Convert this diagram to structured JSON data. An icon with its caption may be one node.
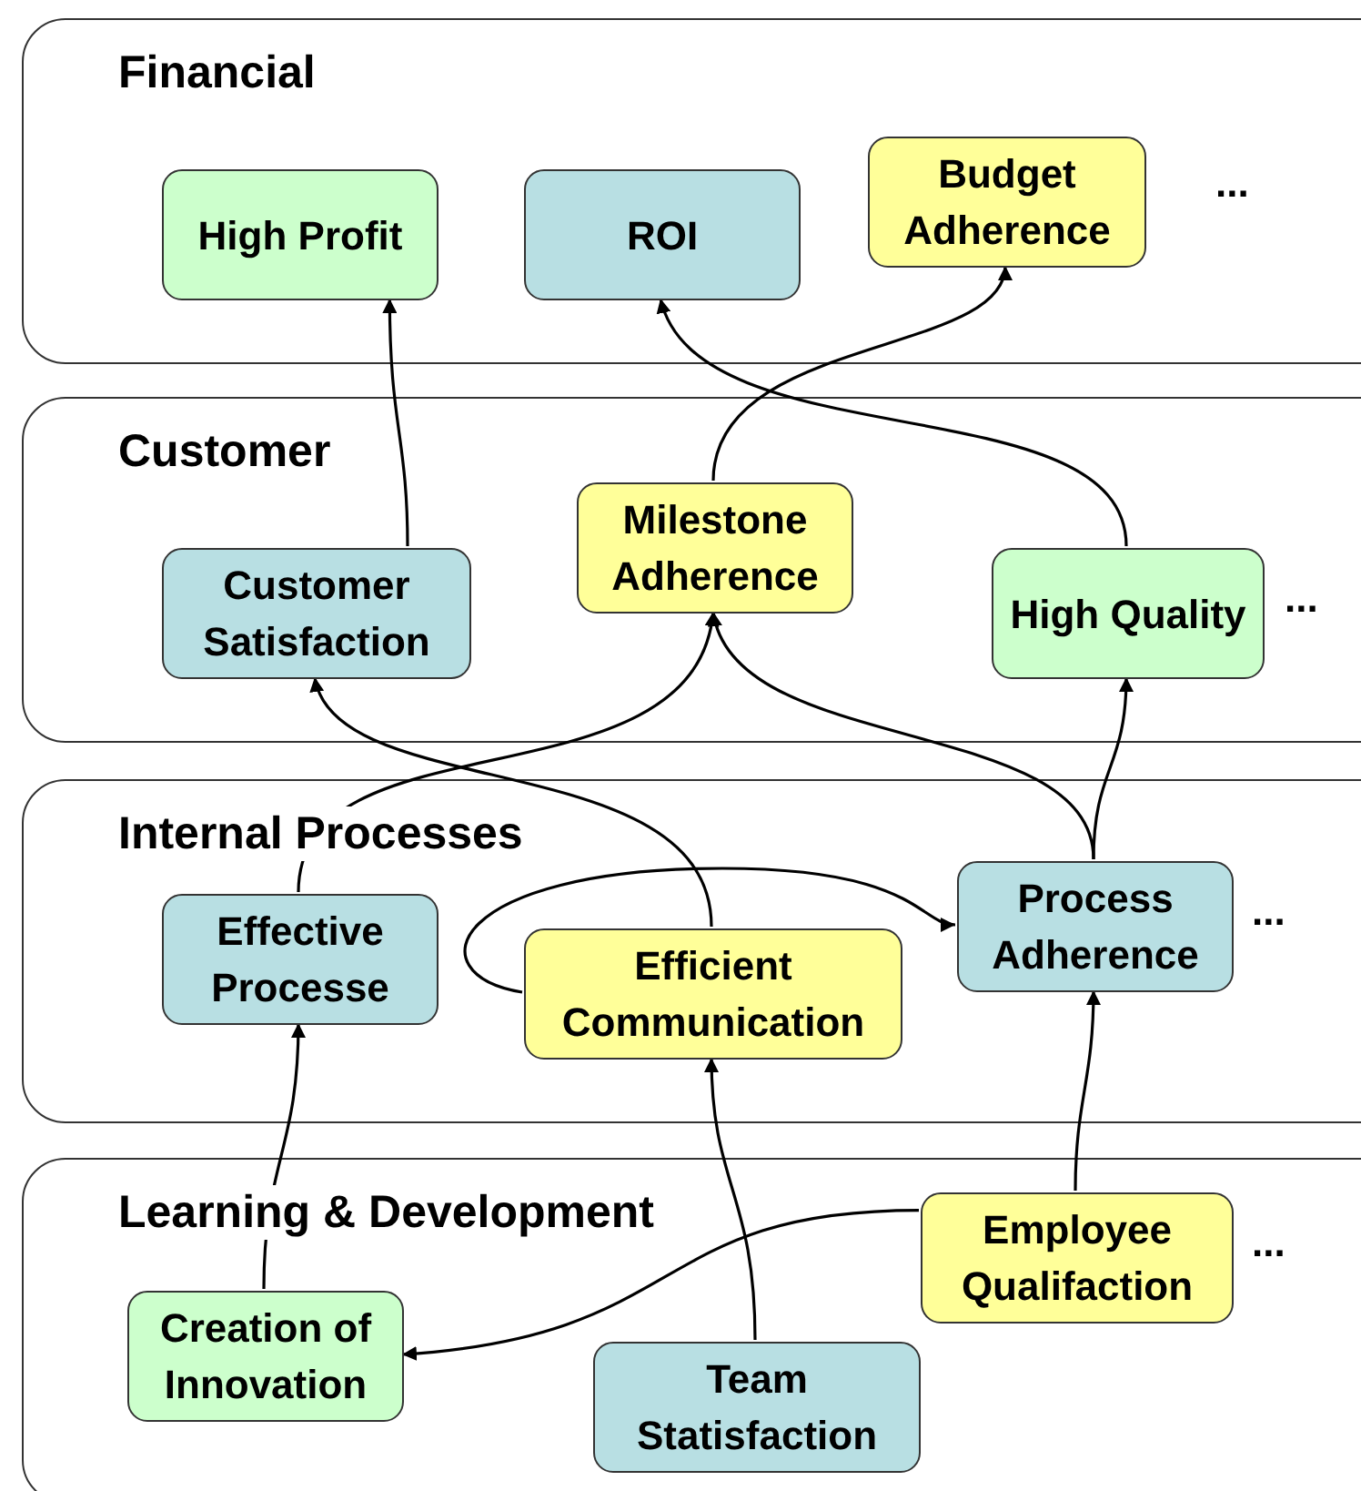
{
  "diagram": {
    "nodes": [
      {
        "text": [
          "Financial"
        ]
      },
      {
        "text": [
          "High Profit"
        ],
        "in": 0
      },
      {
        "text": [
          "ROI"
        ],
        "in": 0
      },
      {
        "text": [
          "Budget Adherence"
        ],
        "in": 0
      },
      {
        "text": [
          "Customer"
        ]
      },
      {
        "text": [
          "Customer Satisfaction"
        ],
        "in": 4
      },
      {
        "text": [
          "Milestone Adherence"
        ],
        "in": 4
      },
      {
        "text": [
          "High Quality"
        ],
        "in": 4
      },
      {
        "text": [
          "Internal Processes"
        ]
      },
      {
        "text": [
          "Effective Processe"
        ],
        "in": 8
      },
      {
        "text": [
          "Efficient Communication"
        ],
        "in": 8
      },
      {
        "text": [
          "Process Adherence"
        ],
        "in": 8
      },
      {
        "text": [
          "Learning & Development"
        ]
      },
      {
        "text": [
          "Employee Qualifaction"
        ],
        "in": 12
      },
      {
        "text": [
          "Creation of Innovation"
        ],
        "in": 12
      },
      {
        "text": [
          "Team Statisfaction"
        ],
        "in": 12
      }
    ],
    "edges": [
      {
        "from": 5,
        "to": 1,
        "arrow": "to"
      },
      {
        "from": 6,
        "to": 3,
        "arrow": "to"
      },
      {
        "from": 7,
        "to": 2,
        "arrow": "to"
      },
      {
        "from": 10,
        "to": 5,
        "arrow": "to"
      },
      {
        "from": 9,
        "to": 6,
        "arrow": "to"
      },
      {
        "from": 11,
        "to": 6,
        "arrow": "to"
      },
      {
        "from": 11,
        "to": 7,
        "arrow": "to"
      },
      {
        "from": 10,
        "to": 11,
        "arrow": "to"
      },
      {
        "from": 14,
        "to": 9,
        "arrow": "to"
      },
      {
        "from": 15,
        "to": 10,
        "arrow": "to"
      },
      {
        "from": 13,
        "to": 11,
        "arrow": "to"
      },
      {
        "from": 13,
        "to": 14,
        "arrow": "to"
      }
    ],
    "labels": [
      "...",
      "...",
      "...",
      "..."
    ]
  }
}
